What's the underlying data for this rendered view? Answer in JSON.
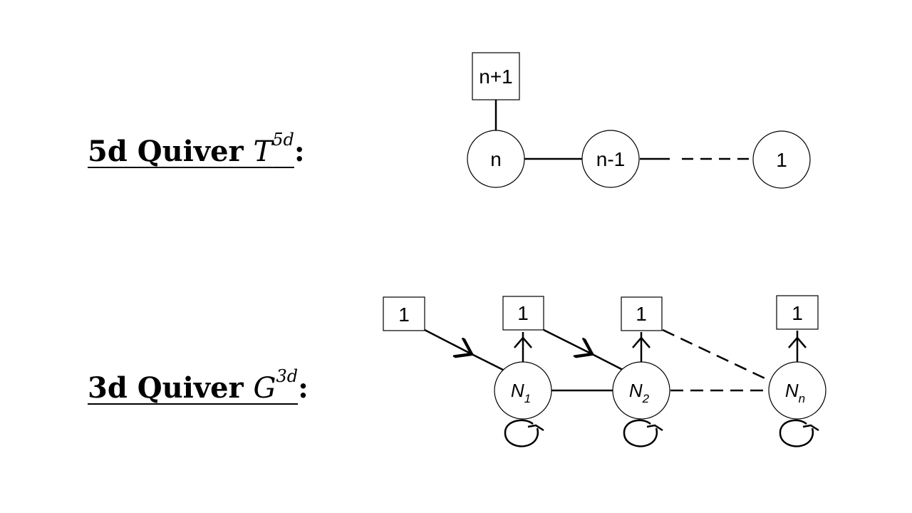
{
  "quiver_5d": {
    "label_text": "5d Quiver ",
    "symbol": "T",
    "superscript": "5d",
    "colon": ":",
    "flavor_box": "n+1",
    "nodes": [
      "n",
      "n-1",
      "1"
    ]
  },
  "quiver_3d": {
    "label_text": "3d Quiver ",
    "symbol": "G",
    "superscript": "3d",
    "colon": ":",
    "left_box": "1",
    "boxes": [
      "1",
      "1",
      "1"
    ],
    "nodes": [
      {
        "main": "N",
        "sub": "1"
      },
      {
        "main": "N",
        "sub": "2"
      },
      {
        "main": "N",
        "sub": "n"
      }
    ]
  }
}
